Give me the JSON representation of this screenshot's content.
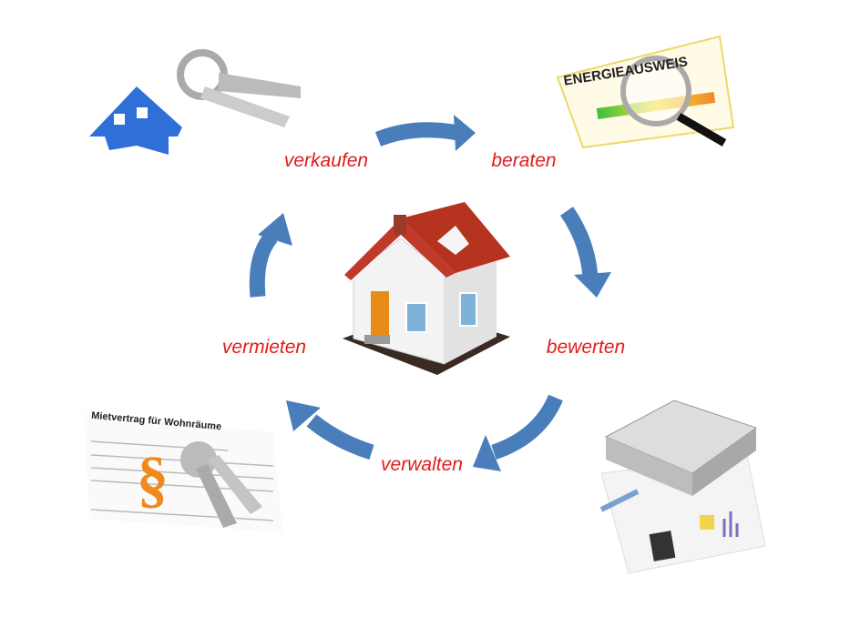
{
  "steps": {
    "sell": "verkaufen",
    "advise": "beraten",
    "valuate": "bewerten",
    "manage": "verwalten",
    "rent": "vermieten"
  },
  "images": {
    "energy_certificate_title": "ENERGIEAUSWEIS",
    "rental_contract_title": "Mietvertrag für Wohnräume"
  },
  "colors": {
    "arrow": "#4a7ebb",
    "label": "#e31b1b"
  }
}
